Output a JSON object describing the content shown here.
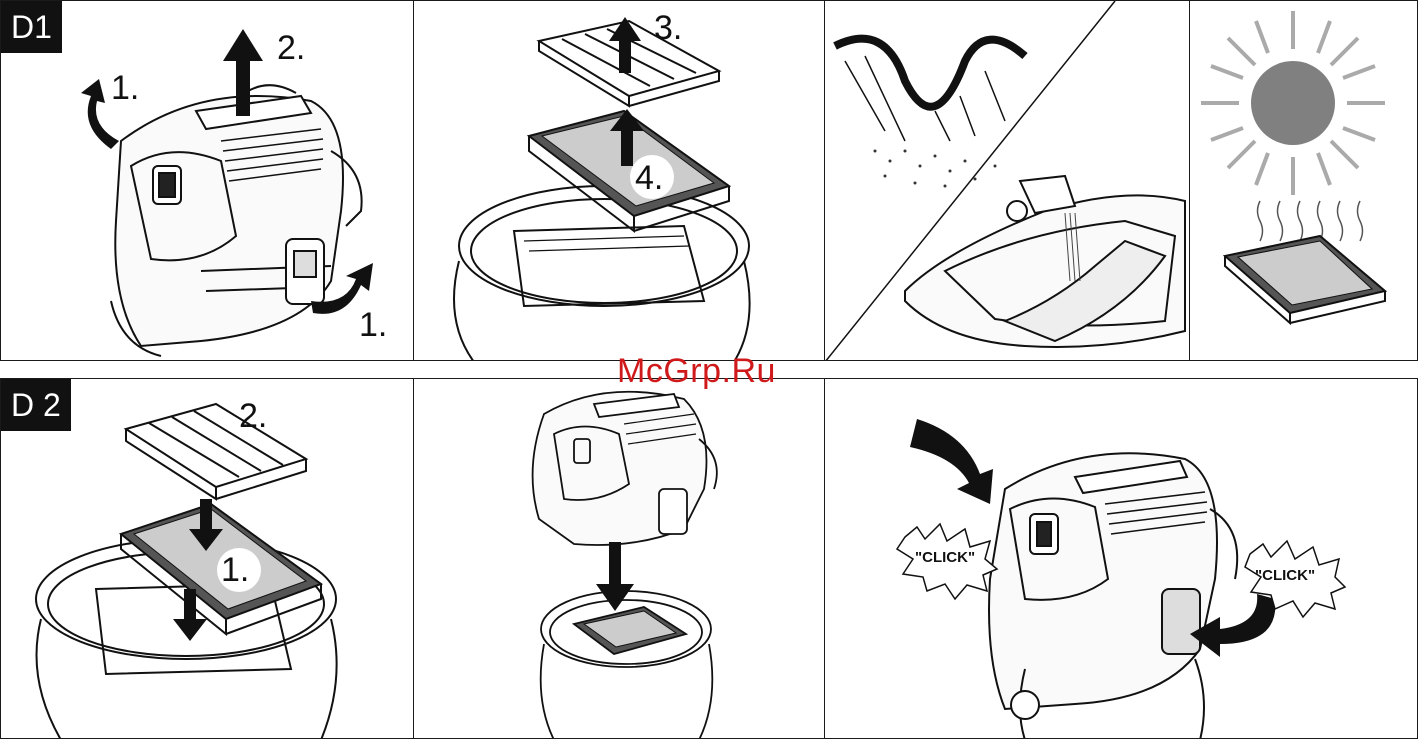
{
  "sections": {
    "d1": {
      "tag": "D1",
      "steps": {
        "p1_a": "1.",
        "p1_b": "2.",
        "p1_c": "1.",
        "p2_a": "3.",
        "p2_b": "4."
      }
    },
    "d2": {
      "tag": "D 2",
      "steps": {
        "p1_a": "2.",
        "p1_b": "1."
      },
      "click_labels": [
        "\"CLICK\"",
        "\"CLICK\""
      ]
    }
  },
  "watermark": "McGrp.Ru",
  "colors": {
    "ink": "#111111",
    "sun": "#808080",
    "watermark": "#d0191b",
    "filter_dark": "#555555"
  }
}
